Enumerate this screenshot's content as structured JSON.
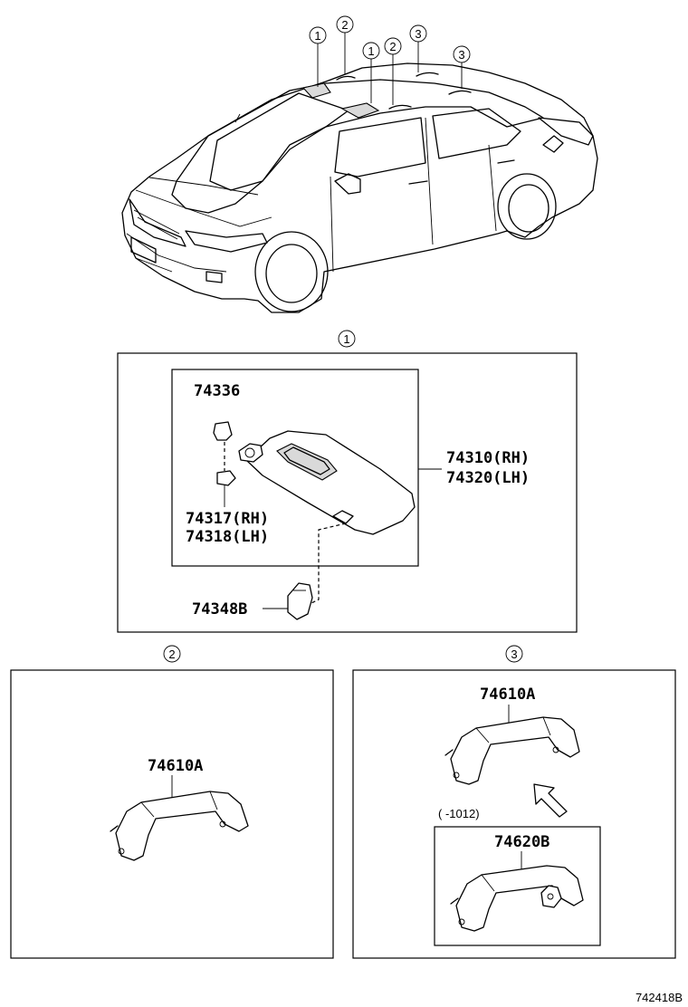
{
  "callouts": {
    "one": "1",
    "two": "2",
    "three": "3"
  },
  "sections": {
    "visor": {
      "callout": "1",
      "parts": {
        "clip": "74336",
        "visor_rh": "74310(RH)",
        "visor_lh": "74320(LH)",
        "holder_rh": "74317(RH)",
        "holder_lh": "74318(LH)",
        "hook": "74348B"
      }
    },
    "grip_front": {
      "callout": "2",
      "part": "74610A"
    },
    "grip_rear": {
      "callout": "3",
      "part_new": "74610A",
      "part_old": "74620B",
      "old_range": "(   -1012)"
    }
  },
  "illustration_code": "742418B",
  "colors": {
    "line": "#000000",
    "background": "#ffffff",
    "shade": "#d9d9d9"
  }
}
